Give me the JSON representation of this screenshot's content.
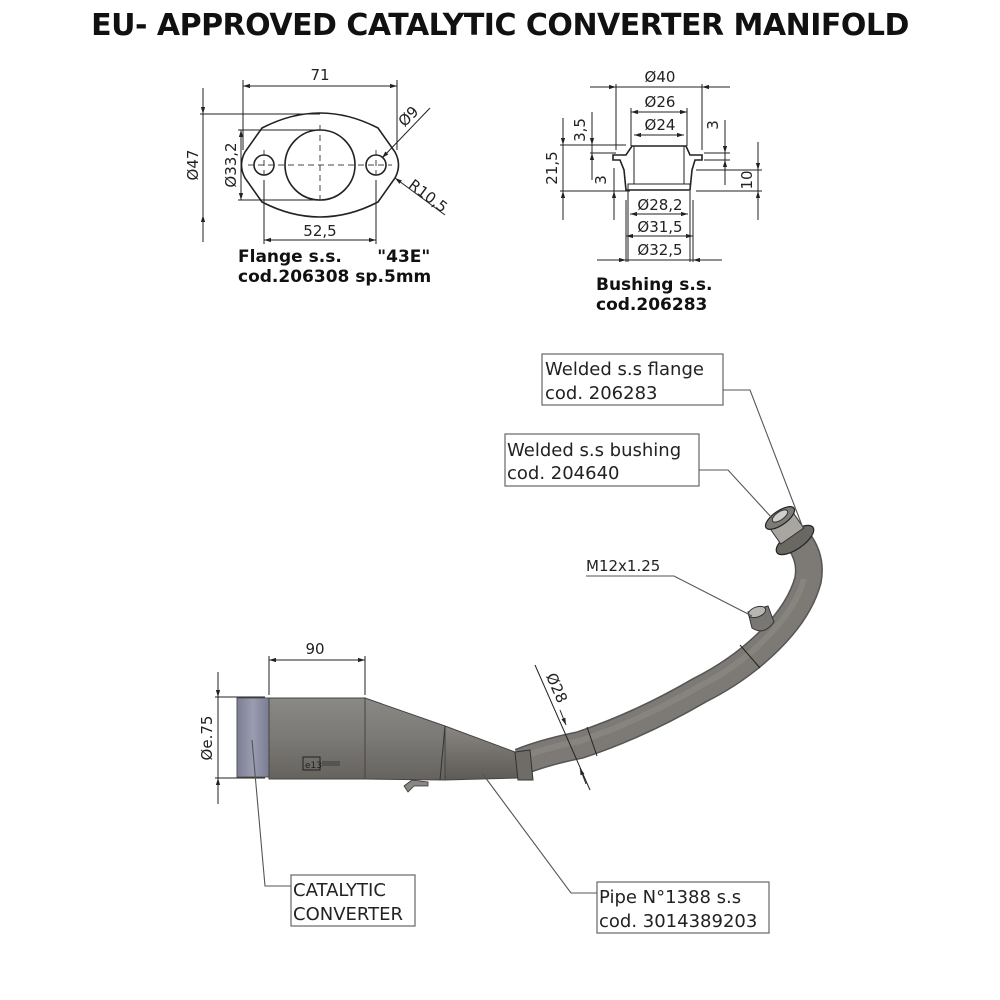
{
  "title": "EU- APPROVED CATALYTIC CONVERTER MANIFOLD",
  "flange_drawing": {
    "dims": {
      "width": "71",
      "outer_height": "Ø47",
      "bore": "Ø33,2",
      "hole": "Ø9",
      "radius": "R10,5",
      "hole_spacing": "52,5"
    },
    "caption_line1": "Flange s.s.      \"43E\"",
    "caption_line2": "cod.206308 sp.5mm"
  },
  "bushing_drawing": {
    "dims": {
      "d40": "Ø40",
      "d26": "Ø26",
      "d24": "Ø24",
      "d28_2": "Ø28,2",
      "d31_5": "Ø31,5",
      "d32_5": "Ø32,5",
      "h3_5": "3,5",
      "h21_5": "21,5",
      "h3_left": "3",
      "h3_right": "3",
      "h10": "10"
    },
    "caption_line1": "Bushing s.s.",
    "caption_line2": "cod.206283"
  },
  "assembly": {
    "dims": {
      "length_90": "90",
      "diameter_75": "Øe.75",
      "pipe_diameter": "Ø28",
      "thread": "M12x1.25"
    },
    "homologation_mark": "e13",
    "callouts": [
      {
        "line1": "Welded s.s flange",
        "line2": "cod. 206283"
      },
      {
        "line1": "Welded s.s bushing",
        "line2": "cod. 204640"
      },
      {
        "line1": "CATALYTIC",
        "line2": "CONVERTER"
      },
      {
        "line1": "Pipe N°1388 s.s",
        "line2": "cod. 3014389203"
      }
    ]
  }
}
